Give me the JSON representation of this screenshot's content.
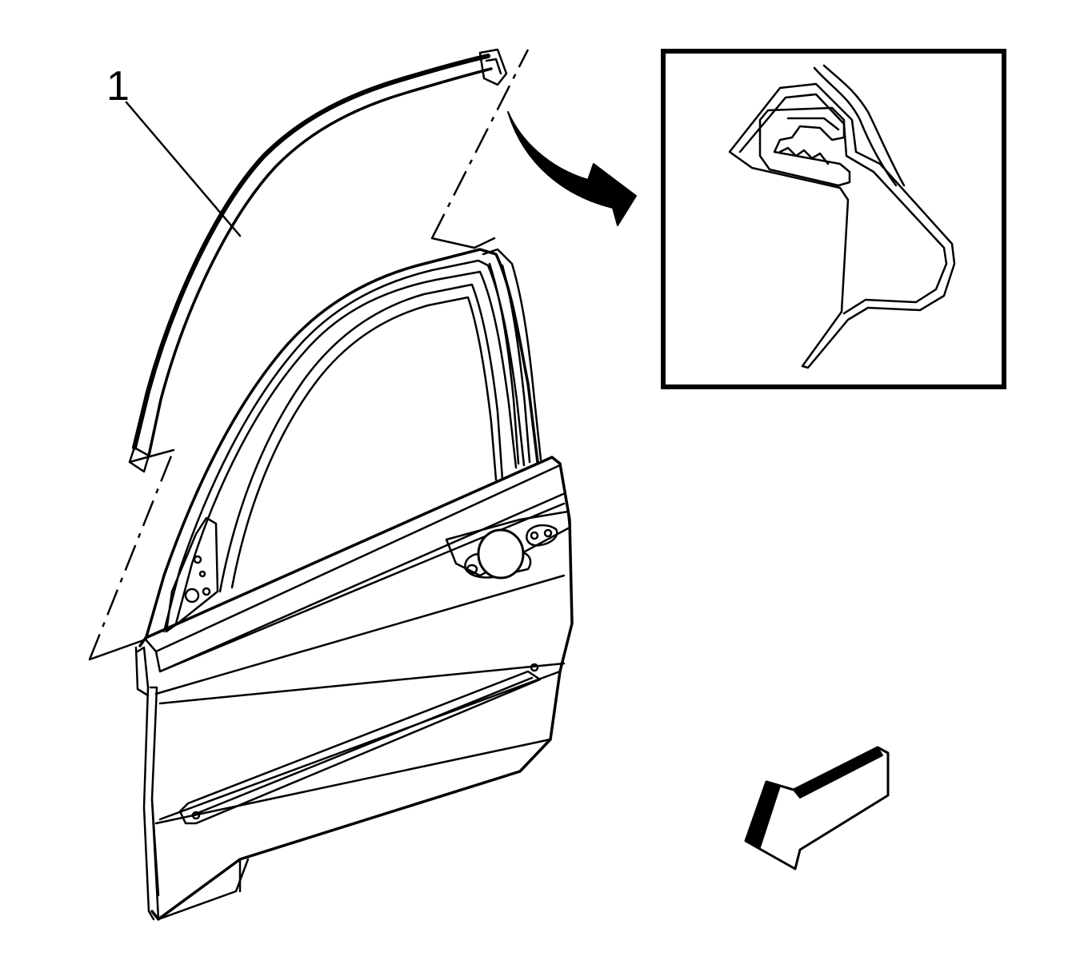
{
  "callouts": [
    {
      "id": "1",
      "label": "1"
    }
  ],
  "icons": {
    "detail_frame": "detail-inset-frame",
    "zoom_arrow": "curved-arrow-icon",
    "direction_arrow": "front-direction-arrow-icon"
  },
  "colors": {
    "line": "#000000",
    "background": "#ffffff"
  }
}
